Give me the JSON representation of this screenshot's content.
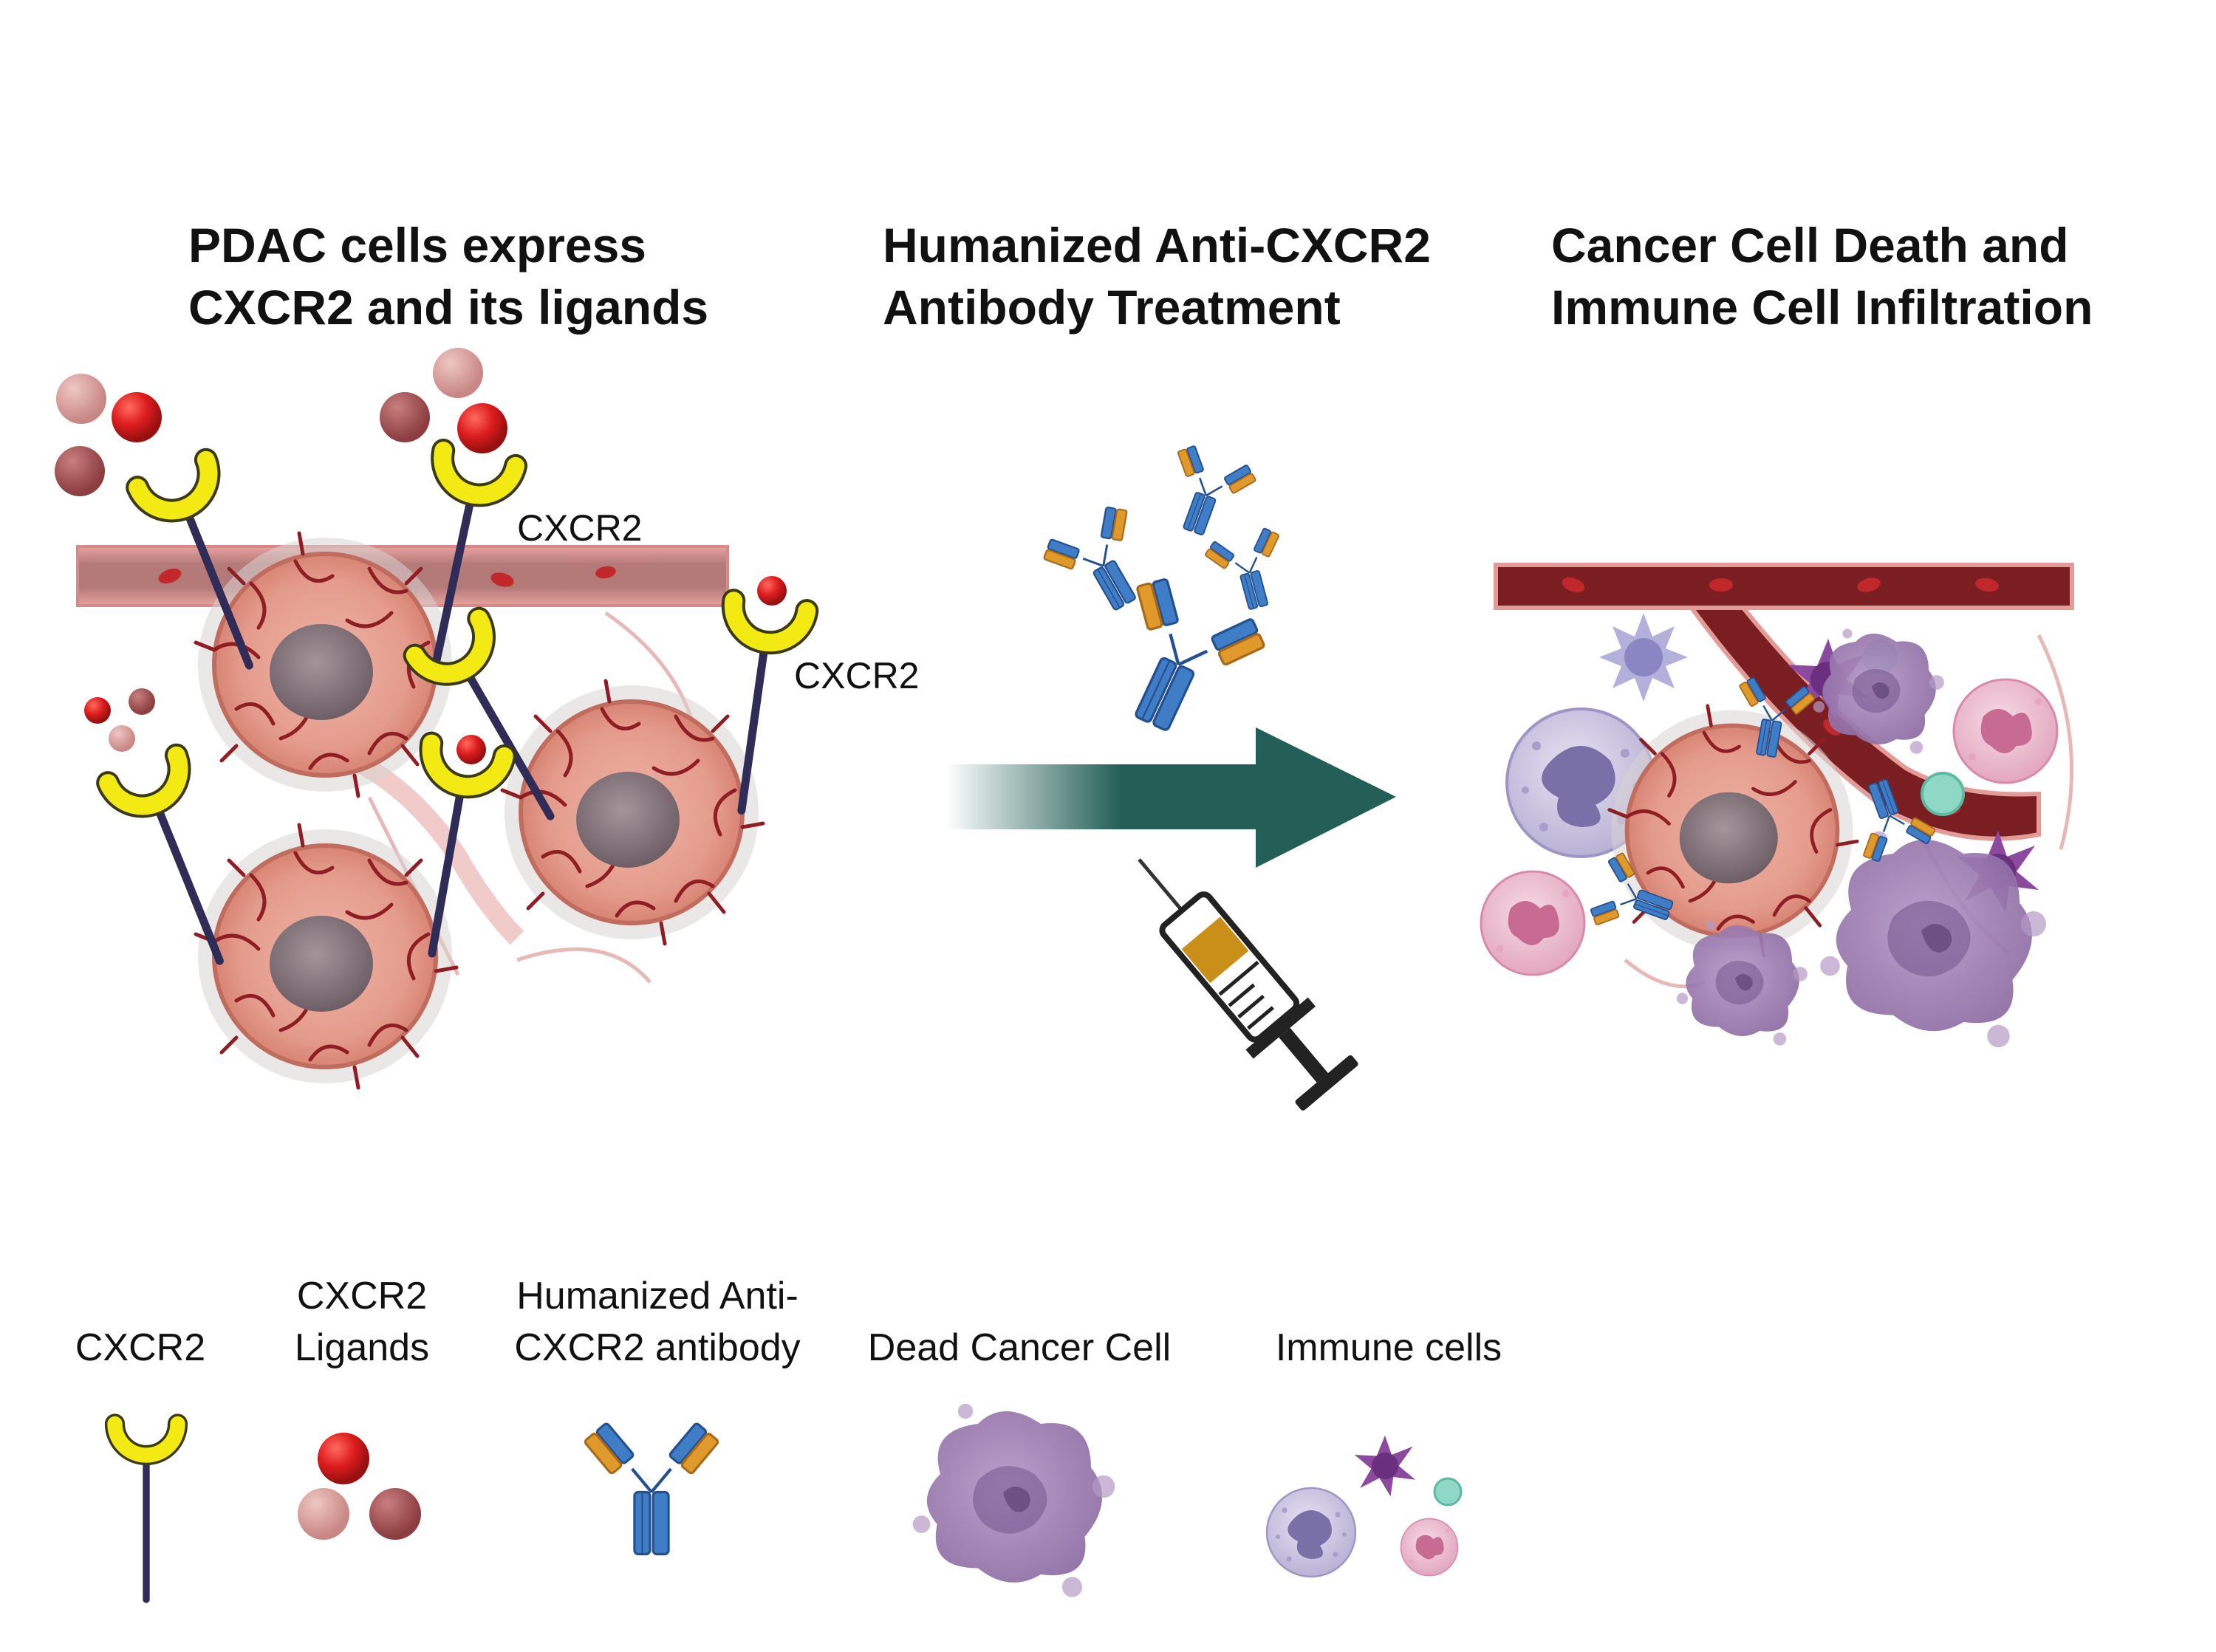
{
  "panels": {
    "left_title": [
      "PDAC cells express",
      "CXCR2 and its ligands"
    ],
    "middle_title": [
      "Humanized Anti-CXCR2",
      "Antibody Treatment"
    ],
    "right_title": [
      "Cancer Cell Death and",
      "Immune Cell Infiltration"
    ]
  },
  "annotations": {
    "receptor_label_1": "CXCR2",
    "receptor_label_2": "CXCR2"
  },
  "legend": {
    "items": [
      {
        "lines": [
          "CXCR2"
        ],
        "icon": "receptor-icon"
      },
      {
        "lines": [
          "CXCR2",
          "Ligands"
        ],
        "icon": "ligand-spheres-icon"
      },
      {
        "lines": [
          "Humanized Anti-",
          "CXCR2 antibody"
        ],
        "icon": "antibody-icon"
      },
      {
        "lines": [
          "Dead Cancer Cell"
        ],
        "icon": "dead-cell-icon"
      },
      {
        "lines": [
          "Immune cells"
        ],
        "icon": "immune-cells-icon"
      }
    ]
  },
  "colors": {
    "receptor_yellow": "#f2ea12",
    "receptor_stem": "#2f2d57",
    "ligand_red": "#d41f22",
    "ligand_pink": "#d79b99",
    "ligand_maroon": "#a4585a",
    "cancer_cell": "#e6a394",
    "vessel": "#8b2a2c",
    "arrow": "#235f57",
    "antibody_blue": "#3f7ec7",
    "antibody_orange": "#e09a2b",
    "dead_cell_purple": "#9a7bae"
  }
}
